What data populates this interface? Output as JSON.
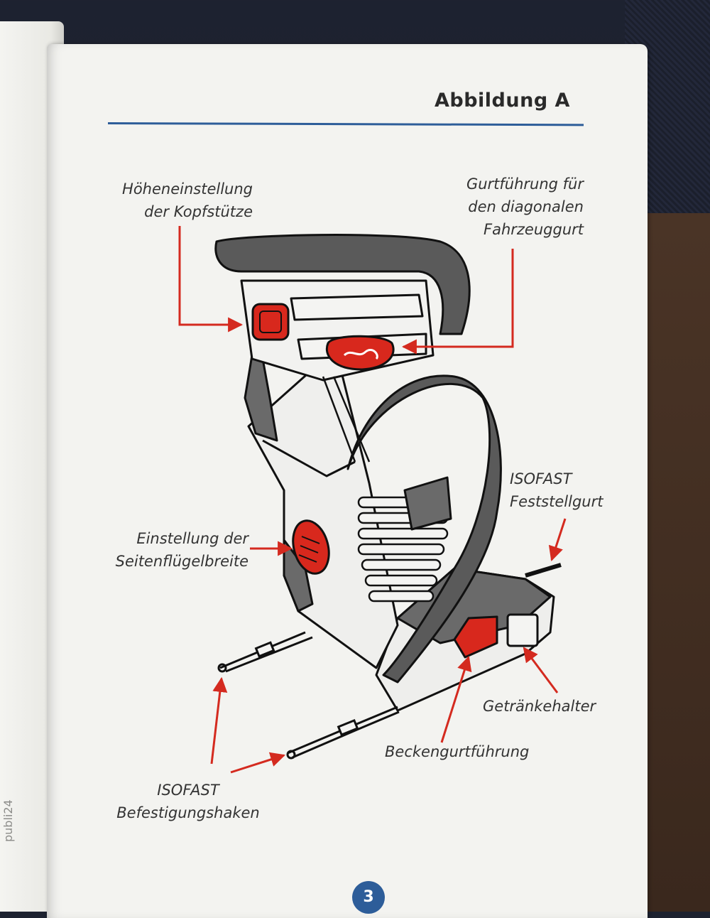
{
  "page": {
    "title": "Abbildung A",
    "page_number": "3",
    "watermark": "publi24"
  },
  "labels": {
    "headrest_height": [
      "Höheneinstellung",
      "der Kopfstütze"
    ],
    "diagonal_belt_guide": [
      "Gurtführung für",
      "den diagonalen",
      "Fahrzeuggurt"
    ],
    "isofast_strap": [
      "ISOFAST",
      "Feststellgurt"
    ],
    "side_wing_width": [
      "Einstellung der",
      "Seitenflügelbreite"
    ],
    "cup_holder": "Getränkehalter",
    "lap_belt_guide": "Beckengurtführung",
    "isofast_hooks": [
      "ISOFAST",
      "Befestigungshaken"
    ]
  },
  "colors": {
    "accent_blue": "#2d5d99",
    "arrow_red": "#d42a1f",
    "seat_dark": "#5a5a5a",
    "seat_part_red": "#d8281d"
  }
}
